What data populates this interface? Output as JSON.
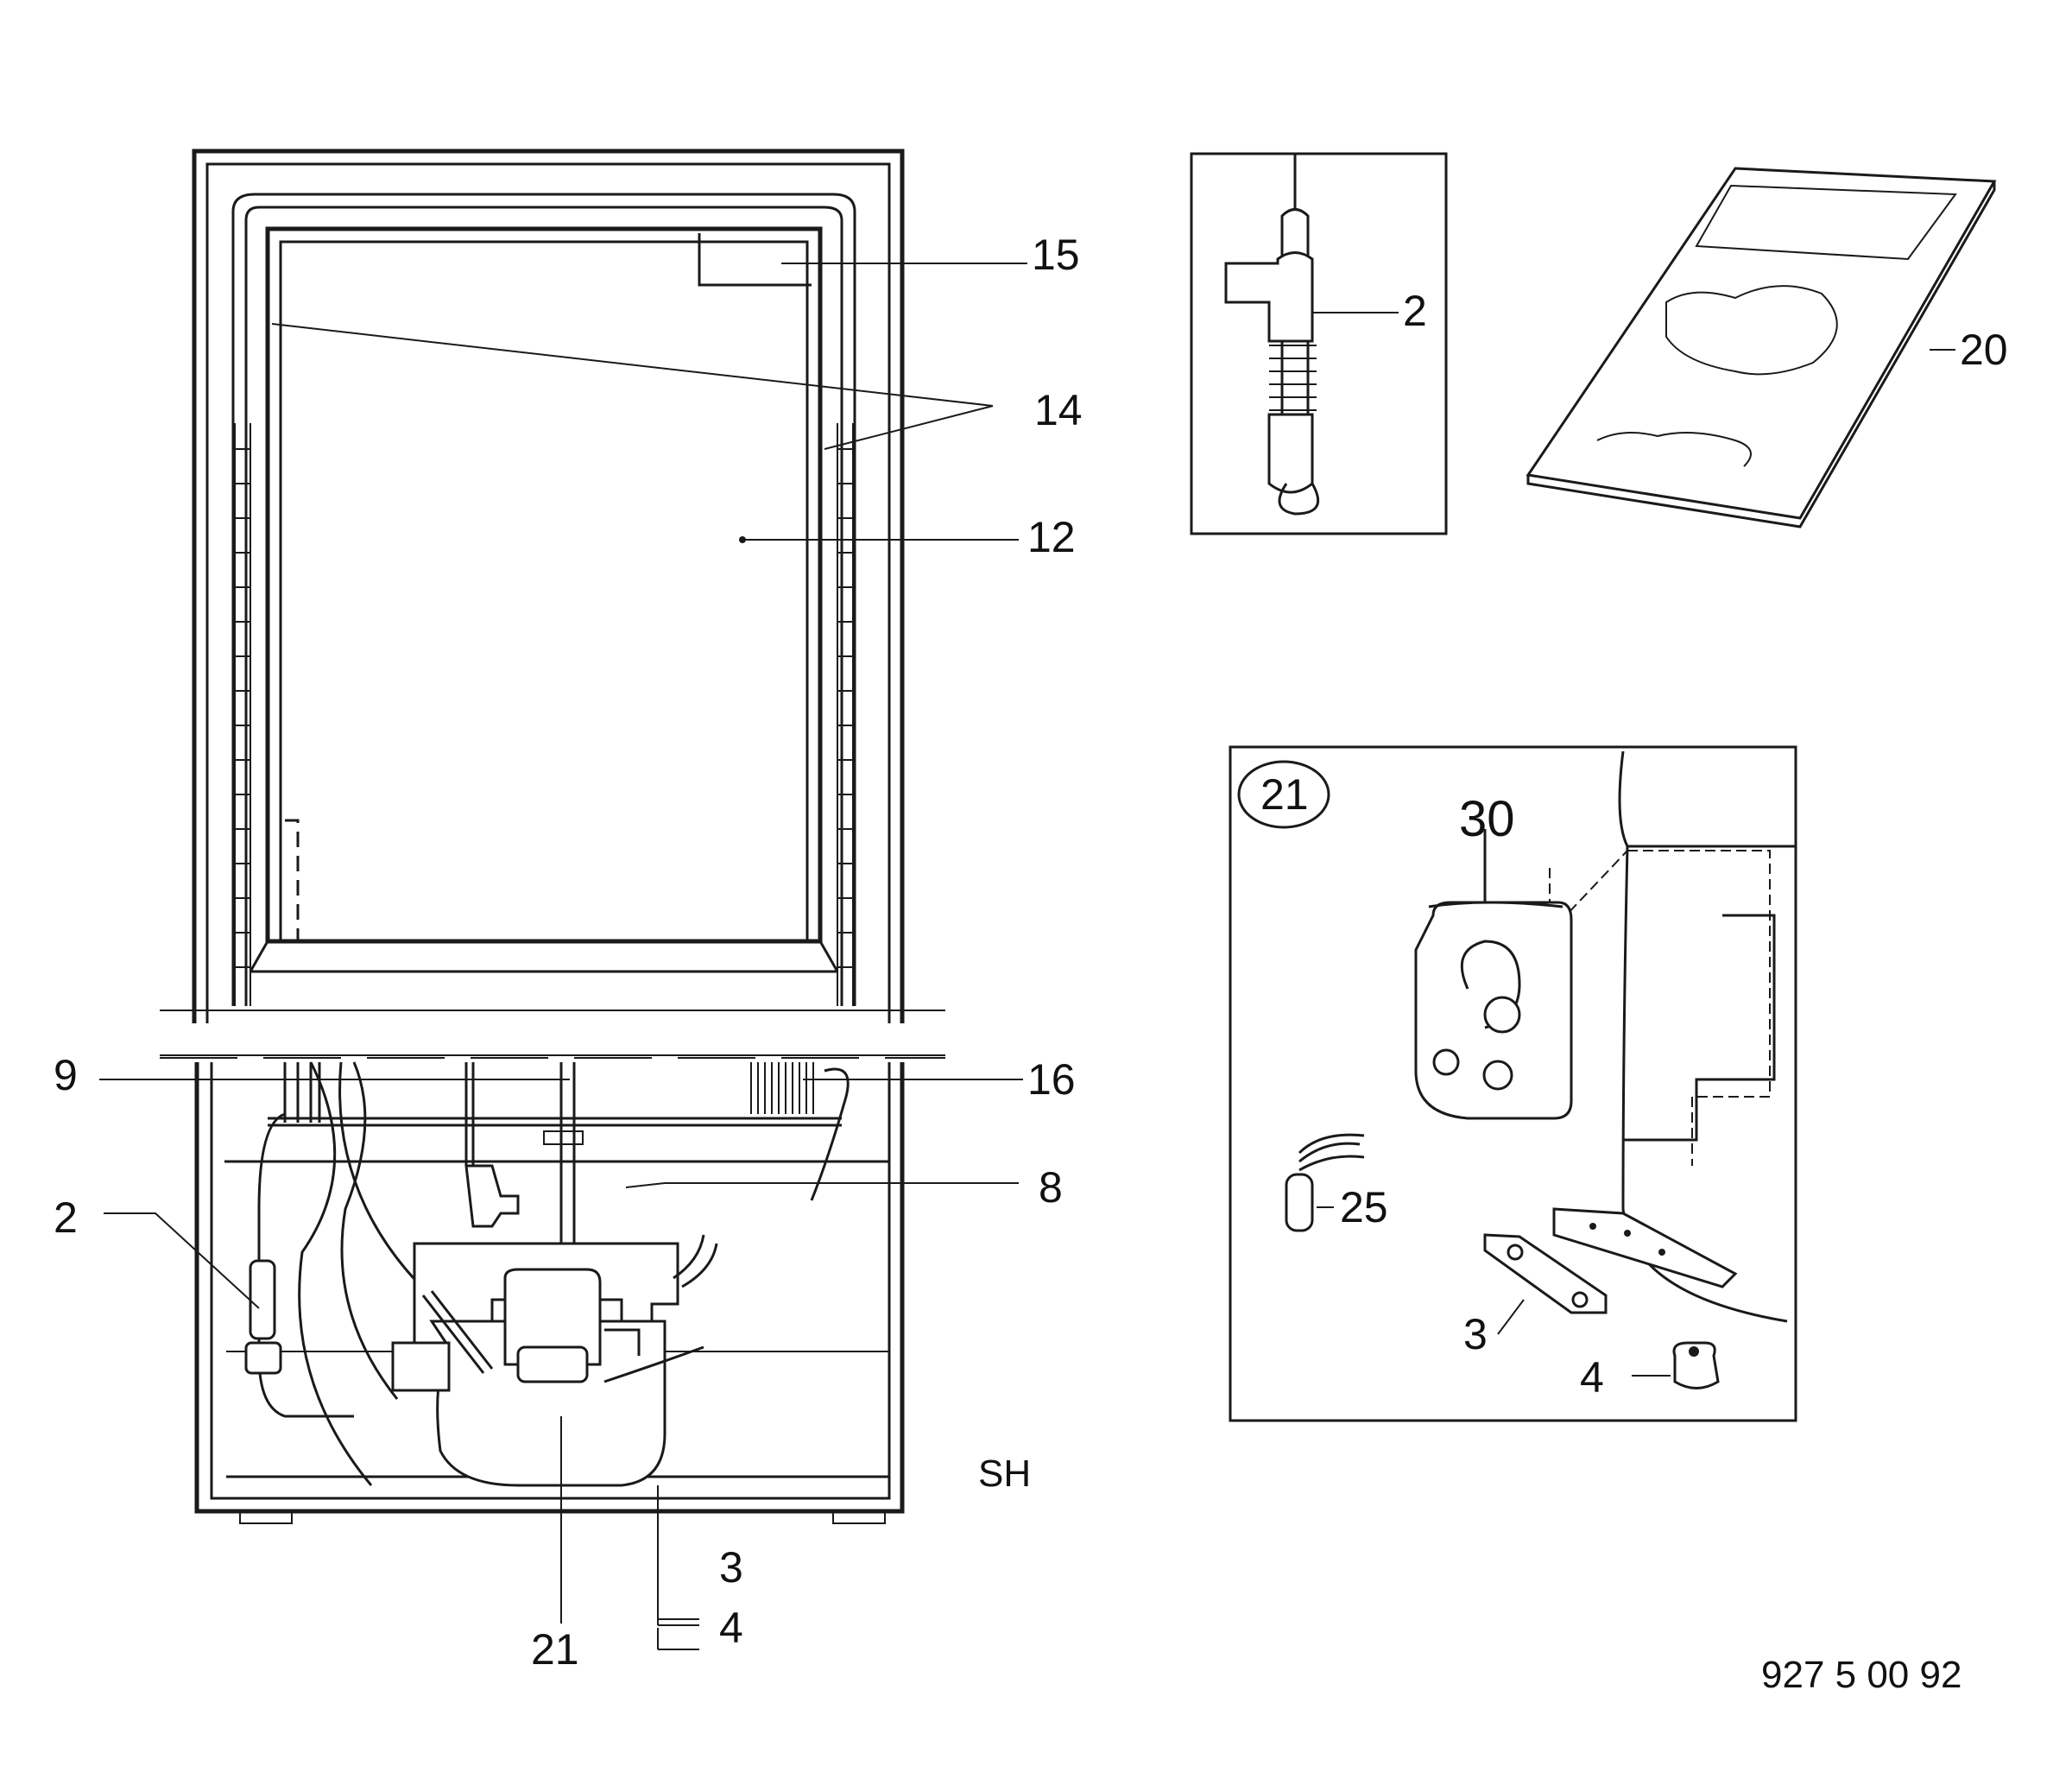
{
  "diagram": {
    "callouts": {
      "c15": "15",
      "c14": "14",
      "c12": "12",
      "c9": "9",
      "c16": "16",
      "c2_main": "2",
      "c8": "8",
      "c3_main": "3",
      "c4_main": "4",
      "c21_main": "21",
      "c2_inset": "2",
      "c20": "20",
      "c21_circle": "21",
      "c30": "30",
      "c25": "25",
      "c3_inset": "3",
      "c4_inset": "4"
    },
    "model_code": "SH",
    "drawing_number": "927 5 00 92"
  }
}
